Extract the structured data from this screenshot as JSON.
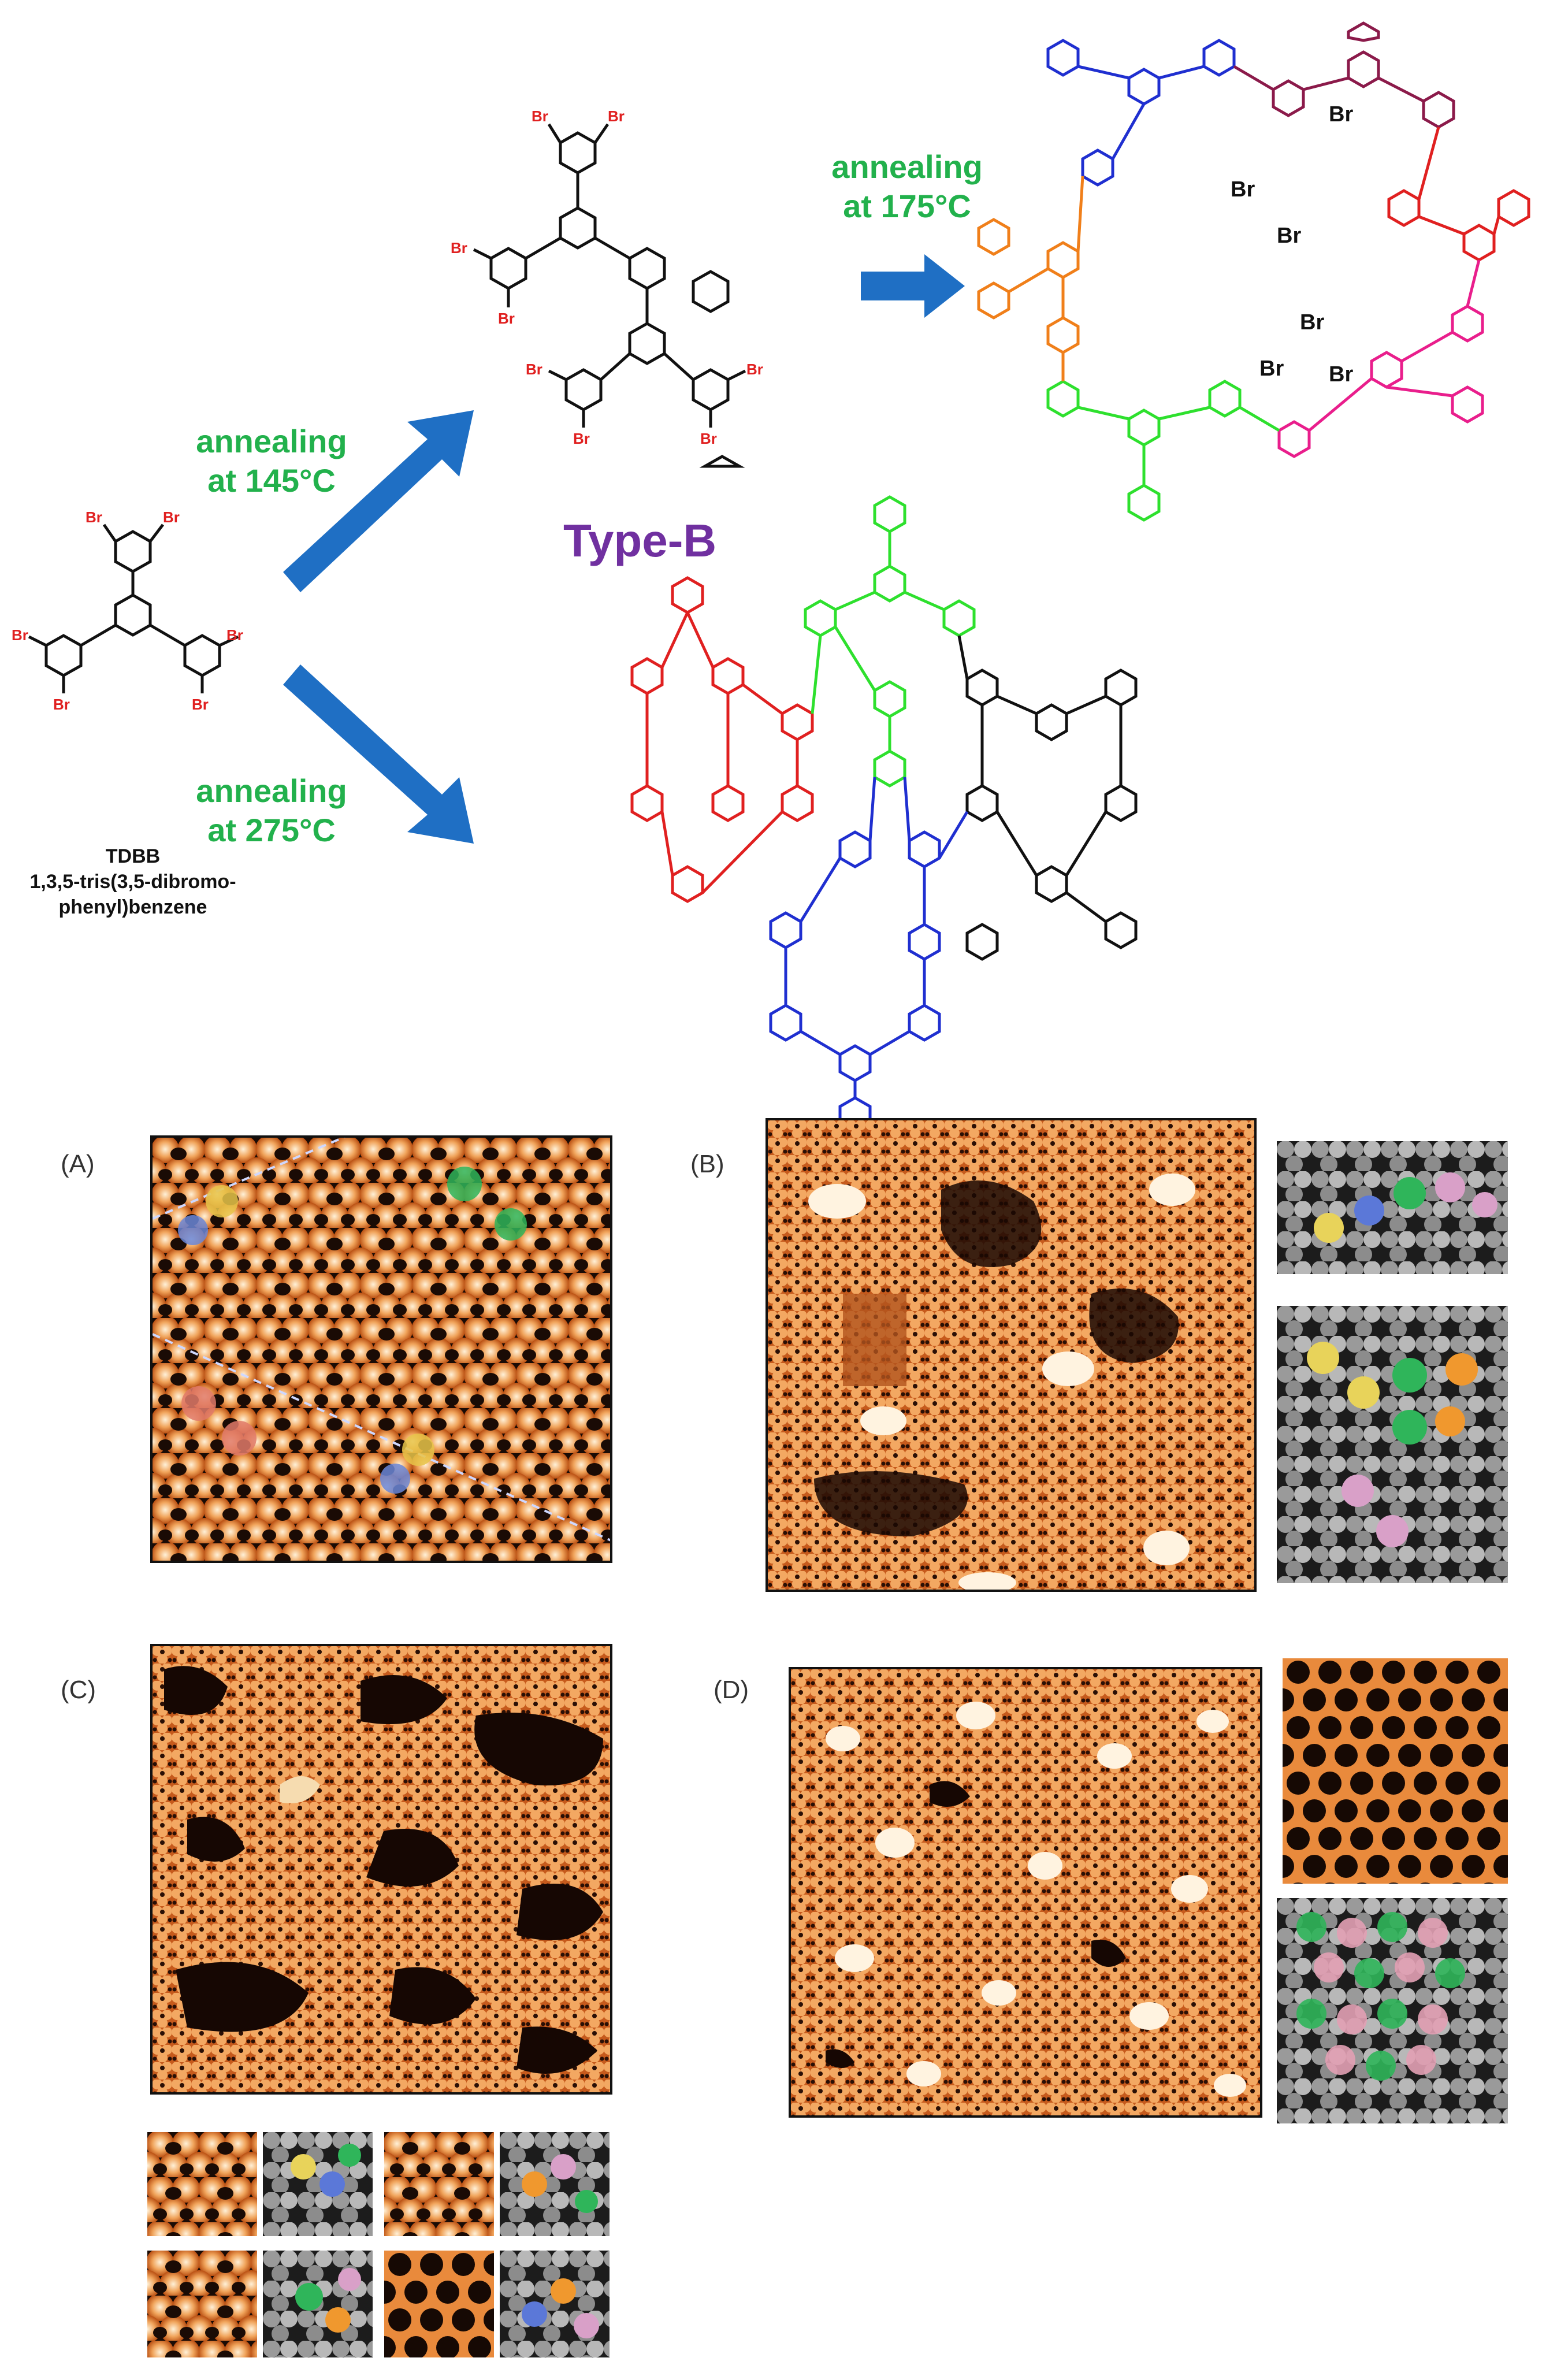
{
  "labels": {
    "anneal_145": [
      "annealing",
      "at 145°C"
    ],
    "anneal_175": [
      "annealing",
      "at 175°C"
    ],
    "anneal_275": [
      "annealing",
      "at 275°C"
    ],
    "type_b": "Type-B",
    "tdbb_caption": [
      "TDBB",
      "1,3,5-tris(3,5-dibromo-",
      "phenyl)benzene"
    ],
    "br": "Br"
  },
  "panels": {
    "a": "(A)",
    "b": "(B)",
    "c": "(C)",
    "d": "(D)"
  },
  "colors": {
    "annealing_text": "#22b14c",
    "type_text": "#7030a0",
    "arrow": "#1f6fc4",
    "bromine": "#e02020",
    "stm_orange": "#d9661f",
    "stm_bright": "#fbe3c0",
    "stm_dark": "#1a0b05"
  }
}
